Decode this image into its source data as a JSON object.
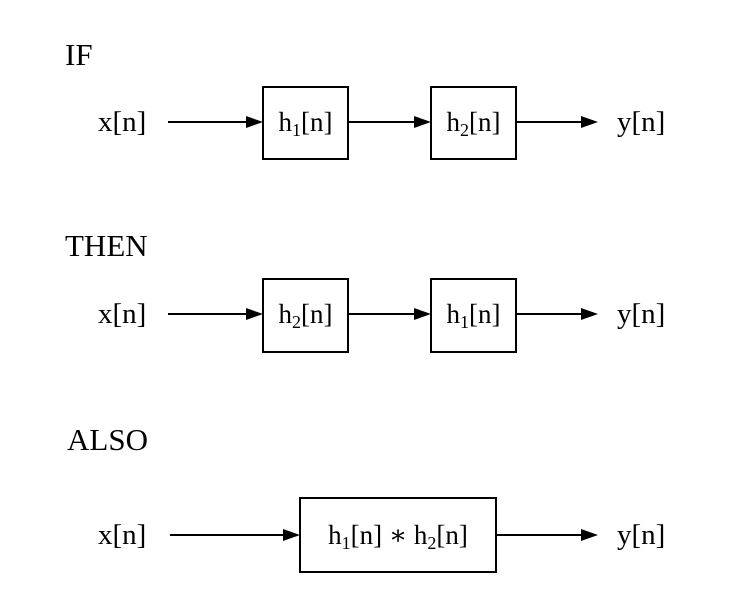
{
  "sections": [
    {
      "heading": "IF",
      "input": "x[n]",
      "output": "y[n]",
      "blocks": [
        {
          "parts": [
            {
              "t": "h"
            },
            {
              "t": "1",
              "sub": true
            },
            {
              "t": "[n]"
            }
          ]
        },
        {
          "parts": [
            {
              "t": "h"
            },
            {
              "t": "2",
              "sub": true
            },
            {
              "t": "[n]"
            }
          ]
        }
      ]
    },
    {
      "heading": "THEN",
      "input": "x[n]",
      "output": "y[n]",
      "blocks": [
        {
          "parts": [
            {
              "t": "h"
            },
            {
              "t": "2",
              "sub": true
            },
            {
              "t": "[n]"
            }
          ]
        },
        {
          "parts": [
            {
              "t": "h"
            },
            {
              "t": "1",
              "sub": true
            },
            {
              "t": "[n]"
            }
          ]
        }
      ]
    },
    {
      "heading": "ALSO",
      "input": "x[n]",
      "output": "y[n]",
      "blocks": [
        {
          "parts": [
            {
              "t": "h"
            },
            {
              "t": "1",
              "sub": true
            },
            {
              "t": "[n] "
            },
            {
              "t": "∗"
            },
            {
              "t": " h"
            },
            {
              "t": "2",
              "sub": true
            },
            {
              "t": "[n]"
            }
          ]
        }
      ]
    }
  ]
}
